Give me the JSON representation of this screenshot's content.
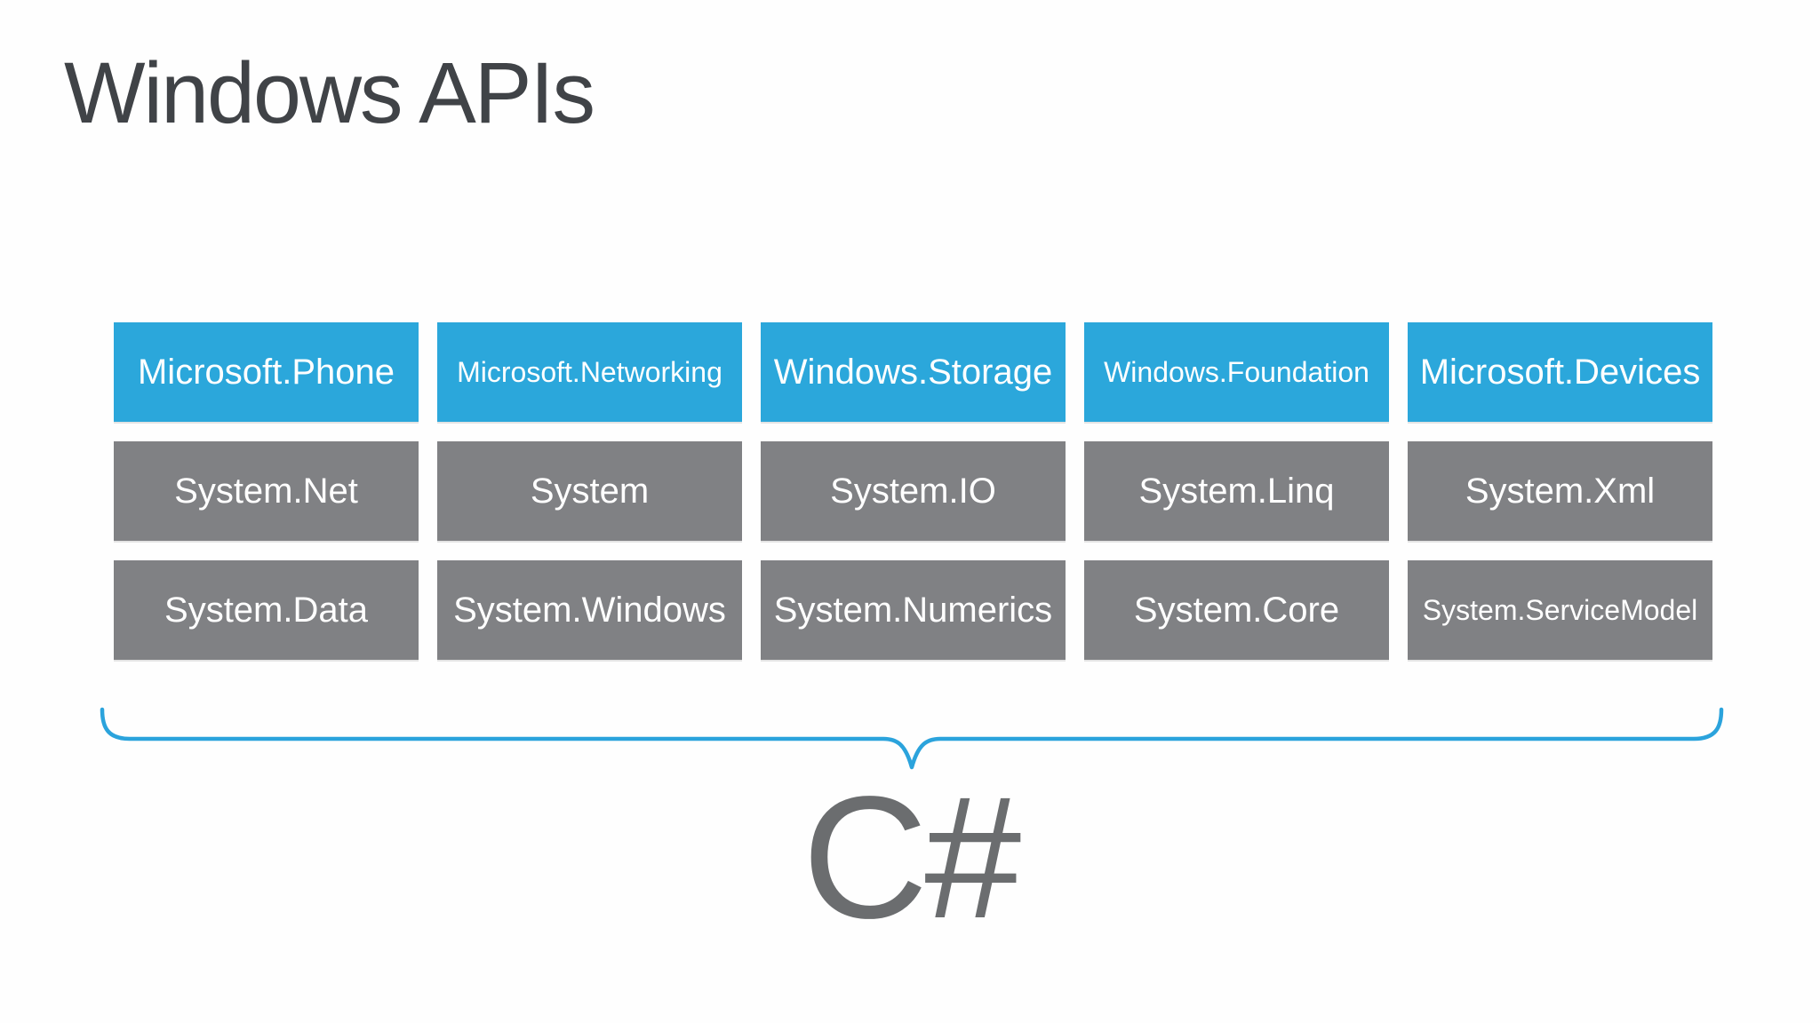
{
  "slide": {
    "title": "Windows APIs",
    "caption": "C#"
  },
  "colors": {
    "accent_blue": "#2BA7DB",
    "brace_blue": "#2BA3DC",
    "box_gray": "#808184",
    "title_text": "#404347",
    "caption_text": "#6B6D6F",
    "box_text": "#FFFFFF",
    "background": "#FEFEFE"
  },
  "api_grid": {
    "rows": [
      {
        "style": "blue",
        "boxes": [
          {
            "label": "Microsoft.Phone"
          },
          {
            "label": "Microsoft.Networking"
          },
          {
            "label": "Windows.Storage"
          },
          {
            "label": "Windows.Foundation"
          },
          {
            "label": "Microsoft.Devices"
          }
        ]
      },
      {
        "style": "gray",
        "boxes": [
          {
            "label": "System.Net"
          },
          {
            "label": "System"
          },
          {
            "label": "System.IO"
          },
          {
            "label": "System.Linq"
          },
          {
            "label": "System.Xml"
          }
        ]
      },
      {
        "style": "gray",
        "boxes": [
          {
            "label": "System.Data"
          },
          {
            "label": "System.Windows"
          },
          {
            "label": "System.Numerics"
          },
          {
            "label": "System.Core"
          },
          {
            "label": "System.ServiceModel"
          }
        ]
      }
    ]
  }
}
